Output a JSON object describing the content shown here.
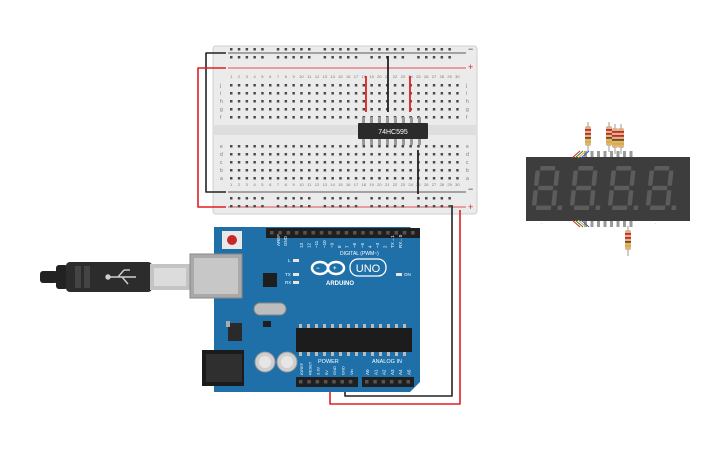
{
  "breadboard": {
    "rail_minus": "−",
    "rail_plus": "+",
    "row_letters_top": [
      "j",
      "i",
      "h",
      "g",
      "f"
    ],
    "row_letters_bottom": [
      "e",
      "d",
      "c",
      "b",
      "a"
    ],
    "column_numbers": [
      "1",
      "2",
      "3",
      "4",
      "5",
      "6",
      "7",
      "8",
      "9",
      "10",
      "11",
      "12",
      "13",
      "14",
      "15",
      "16",
      "17",
      "18",
      "19",
      "20",
      "21",
      "22",
      "23",
      "24",
      "25",
      "26",
      "27",
      "28",
      "29",
      "30"
    ]
  },
  "chip": {
    "label": "74HC595"
  },
  "arduino": {
    "brand": "ARDUINO",
    "model": "UNO",
    "header_aref": "AREF",
    "header_gnd": "GND",
    "digital_pins": [
      "13",
      "12",
      "~11",
      "~10",
      "~9",
      "8",
      "7",
      "~6",
      "~5",
      "4",
      "~3",
      "2",
      "TX→1",
      "RX←0"
    ],
    "digital_label": "DIGITAL (PWM~)",
    "led_l": "L",
    "led_tx": "TX",
    "led_rx": "RX",
    "led_on": "ON",
    "power_label": "POWER",
    "analog_label": "ANALOG IN",
    "power_pins": [
      "IOREF",
      "RESET",
      "3.3V",
      "5V",
      "GND",
      "GND",
      "Vin"
    ],
    "analog_pins": [
      "A0",
      "A1",
      "A2",
      "A3",
      "A4",
      "A5"
    ]
  },
  "display": {
    "digits": [
      "8.",
      "8.",
      "8.",
      "8."
    ]
  },
  "colors": {
    "wire_red": "#e01f1f",
    "wire_black": "#222222",
    "board": "#1f6fa8",
    "display": "#3d3d3d"
  }
}
